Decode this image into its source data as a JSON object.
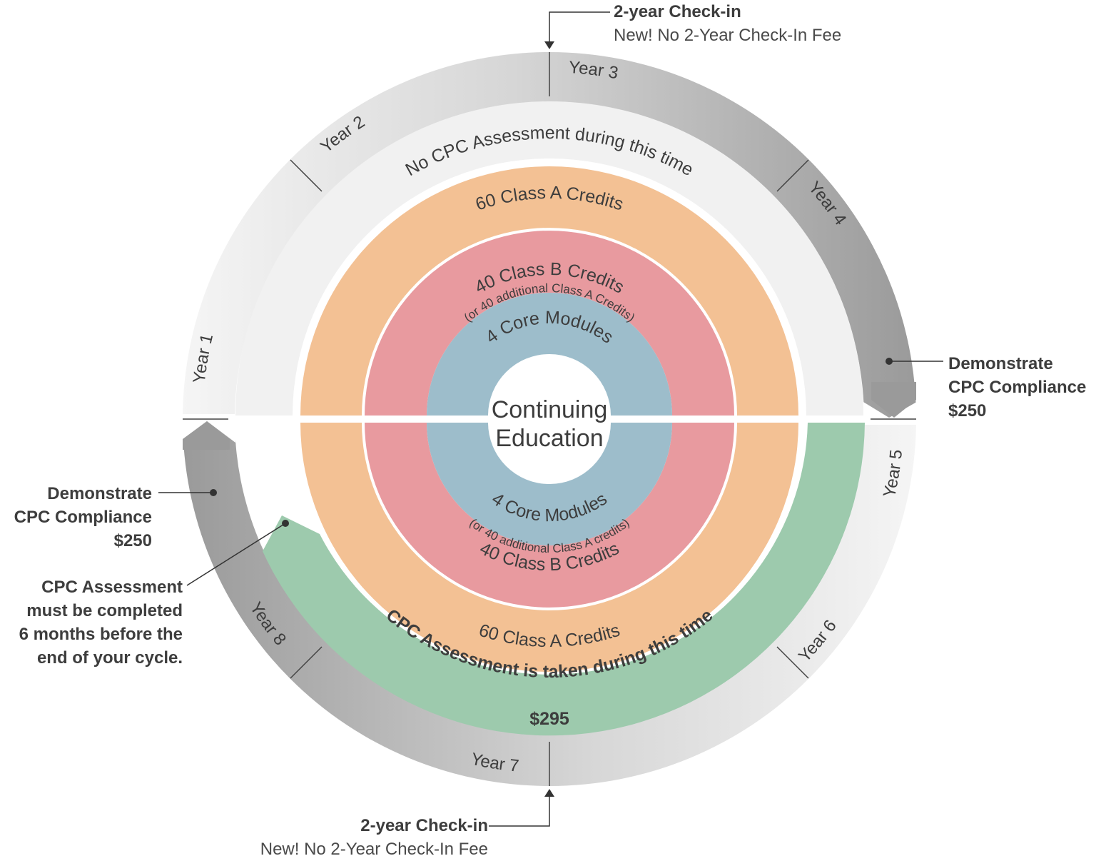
{
  "center": {
    "line1": "Continuing",
    "line2": "Education"
  },
  "top": {
    "core": "4 Core Modules",
    "class_b": "40 Class B Credits",
    "class_b_note": "(or 40 additional Class A Credits)",
    "class_a": "60 Class A Credits",
    "assessment": "No CPC Assessment during this time"
  },
  "bottom": {
    "core": "4 Core Modules",
    "class_b": "40 Class B Credits",
    "class_b_note": "(or 40 additional Class A credits)",
    "class_a": "60 Class A Credits",
    "assessment": "CPC Assessment is taken during this time",
    "assessment_fee": "$295"
  },
  "years": [
    "Year 1",
    "Year 2",
    "Year 3",
    "Year 4",
    "Year 5",
    "Year 6",
    "Year 7",
    "Year 8"
  ],
  "callouts": {
    "checkin_top": {
      "title": "2-year Check-in",
      "subtitle": "New! No 2-Year Check-In Fee"
    },
    "checkin_bottom": {
      "title": "2-year Check-in",
      "subtitle": "New! No 2-Year Check-In Fee"
    },
    "compliance_right": {
      "line1": "Demonstrate",
      "line2": "CPC Compliance",
      "line3": "$250"
    },
    "compliance_left": {
      "line1": "Demonstrate",
      "line2": "CPC Compliance",
      "line3": "$250"
    },
    "assessment_deadline": {
      "line1": "CPC Assessment",
      "line2": "must be completed",
      "line3": "6 months before the",
      "line4": "end of your cycle."
    }
  },
  "colors": {
    "core": "#9dbdcb",
    "class_b": "#e89a9f",
    "class_a": "#f3c194",
    "assessment_none": "#f1f1f1",
    "assessment_taken": "#9dcaad",
    "year_ring_light": "#f2f2f2",
    "year_ring_dark": "#9e9e9e",
    "text": "#3d3d3d"
  }
}
